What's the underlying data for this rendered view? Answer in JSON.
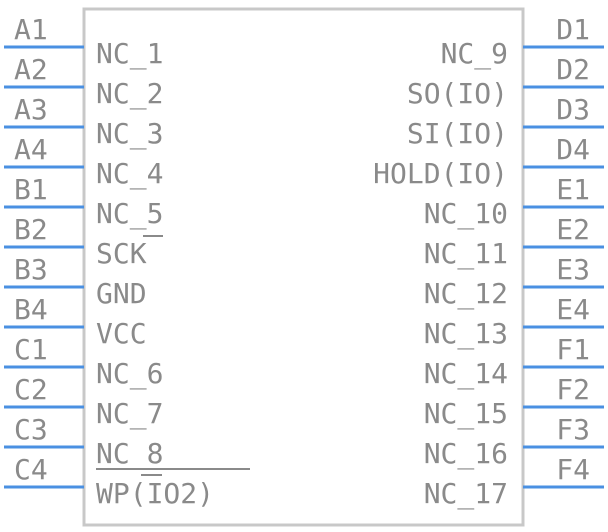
{
  "schematic": {
    "colors": {
      "body_outline": "#c8c8c8",
      "pin_line": "#4a90e2",
      "text": "#8a8a8a"
    },
    "left_pins": [
      {
        "pin": "A1",
        "signal": "NC_1"
      },
      {
        "pin": "A2",
        "signal": "NC_2"
      },
      {
        "pin": "A3",
        "signal": "NC_3"
      },
      {
        "pin": "A4",
        "signal": "NC_4"
      },
      {
        "pin": "B1",
        "signal": "NC_5"
      },
      {
        "pin": "B2",
        "signal": "SCK"
      },
      {
        "pin": "B3",
        "signal": "GND"
      },
      {
        "pin": "B4",
        "signal": "VCC"
      },
      {
        "pin": "C1",
        "signal": "NC_6"
      },
      {
        "pin": "C2",
        "signal": "NC_7"
      },
      {
        "pin": "C3",
        "signal": "NC_8"
      },
      {
        "pin": "C4",
        "signal": "WP(IO2)"
      }
    ],
    "right_pins": [
      {
        "pin": "D1",
        "signal": "NC_9"
      },
      {
        "pin": "D2",
        "signal": "SO(IO)"
      },
      {
        "pin": "D3",
        "signal": "SI(IO)"
      },
      {
        "pin": "D4",
        "signal": "HOLD(IO)"
      },
      {
        "pin": "E1",
        "signal": "NC_10"
      },
      {
        "pin": "E2",
        "signal": "NC_11"
      },
      {
        "pin": "E3",
        "signal": "NC_12"
      },
      {
        "pin": "E4",
        "signal": "NC_13"
      },
      {
        "pin": "F1",
        "signal": "NC_14"
      },
      {
        "pin": "F2",
        "signal": "NC_15"
      },
      {
        "pin": "F3",
        "signal": "NC_16"
      },
      {
        "pin": "F4",
        "signal": "NC_17"
      }
    ]
  }
}
